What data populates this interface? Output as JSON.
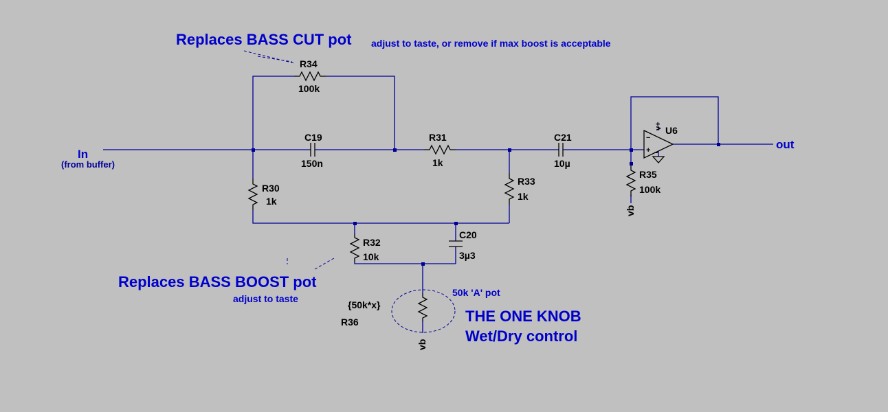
{
  "annotations": {
    "bass_cut_title": "Replaces BASS CUT pot",
    "bass_cut_note": "adjust to taste, or remove if max boost is acceptable",
    "bass_boost_title": "Replaces BASS BOOST pot",
    "bass_boost_note": "adjust to taste",
    "pot_note": "50k 'A' pot",
    "knob_line1": "THE ONE KNOB",
    "knob_line2": "Wet/Dry control"
  },
  "ports": {
    "input_label": "In",
    "input_sub": "(from buffer)",
    "output_label": "out"
  },
  "components": {
    "R34": {
      "ref": "R34",
      "value": "100k"
    },
    "C19": {
      "ref": "C19",
      "value": "150n"
    },
    "R31": {
      "ref": "R31",
      "value": "1k"
    },
    "C21": {
      "ref": "C21",
      "value": "10µ"
    },
    "R30": {
      "ref": "R30",
      "value": "1k"
    },
    "R33": {
      "ref": "R33",
      "value": "1k"
    },
    "R35": {
      "ref": "R35",
      "value": "100k"
    },
    "R32": {
      "ref": "R32",
      "value": "10k"
    },
    "C20": {
      "ref": "C20",
      "value": "3µ3"
    },
    "R36": {
      "ref": "R36",
      "value": "{50k*x}"
    },
    "U6": {
      "ref": "U6"
    }
  },
  "opamp_pins": {
    "vplus": "v+",
    "minus": "−",
    "plus": "+"
  },
  "nets": {
    "vb1": "vb",
    "vb2": "vb"
  },
  "colors": {
    "background": "#c0c0c0",
    "wire": "#000099",
    "annotation": "#0000cc",
    "part": "#000000"
  }
}
